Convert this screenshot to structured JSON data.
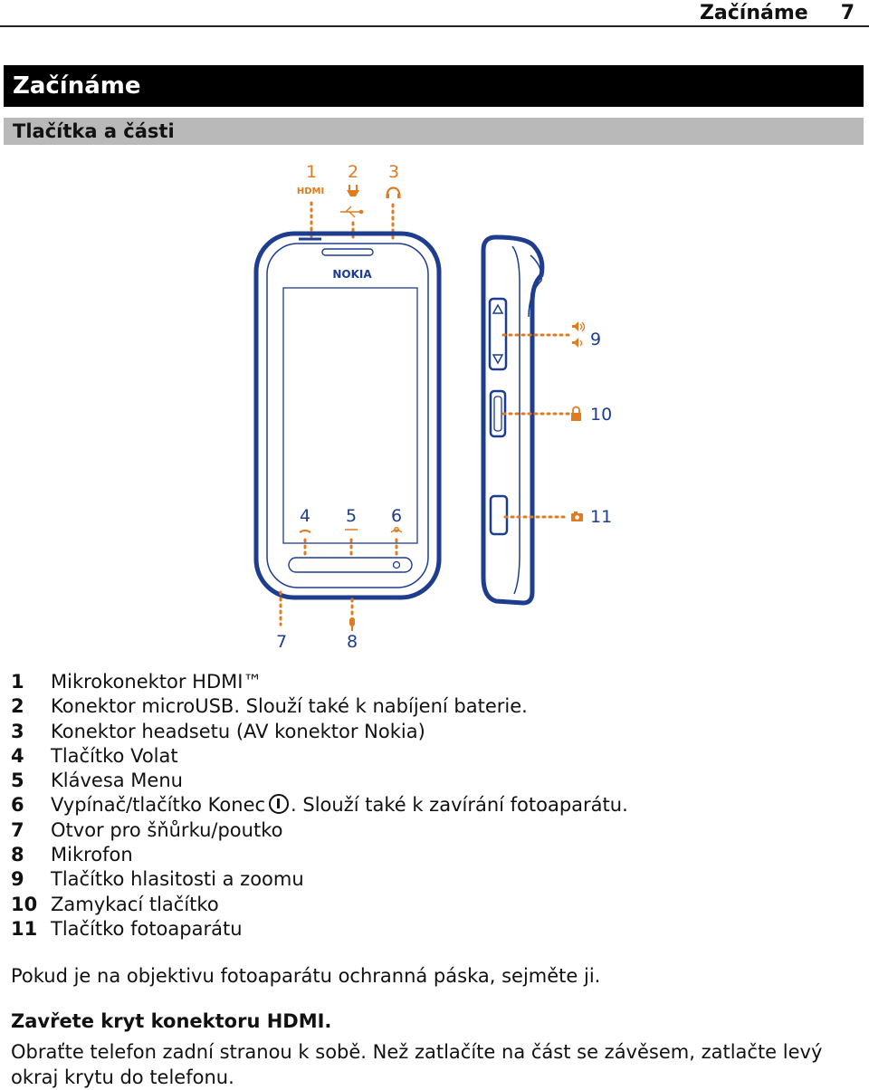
{
  "header": {
    "running_title": "Začínáme",
    "page_number": "7"
  },
  "chapter": {
    "title": "Začínáme"
  },
  "section": {
    "title": "Tlačítka a části"
  },
  "figure": {
    "brand": "NOKIA",
    "hdmi_label": "HDMI",
    "callouts": [
      "1",
      "2",
      "3",
      "4",
      "5",
      "6",
      "7",
      "8",
      "9",
      "10",
      "11"
    ],
    "accent_color": "#e07b20",
    "device_color": "#1e3d8f"
  },
  "parts": [
    {
      "num": "1",
      "text": "Mikrokonektor HDMI™"
    },
    {
      "num": "2",
      "text": "Konektor microUSB. Slouží také k nabíjení baterie."
    },
    {
      "num": "3",
      "text": "Konektor headsetu (AV konektor Nokia)"
    },
    {
      "num": "4",
      "text": "Tlačítko Volat"
    },
    {
      "num": "5",
      "text": "Klávesa Menu"
    },
    {
      "num": "6",
      "text": "Vypínač/tlačítko Konec",
      "text_after": ". Slouží také k zavírání fotoaparátu."
    },
    {
      "num": "7",
      "text": "Otvor pro šňůrku/poutko"
    },
    {
      "num": "8",
      "text": "Mikrofon"
    },
    {
      "num": "9",
      "text": "Tlačítko hlasitosti a zoomu"
    },
    {
      "num": "10",
      "text": "Zamykací tlačítko"
    },
    {
      "num": "11",
      "text": "Tlačítko fotoaparátu"
    }
  ],
  "paragraphs": {
    "tape_note": "Pokud je na objektivu fotoaparátu ochranná páska, sejměte ji.",
    "hdmi_heading": "Zavřete kryt konektoru HDMI.",
    "hdmi_instructions": "Obraťte telefon zadní stranou k sobě. Než zatlačíte na část se závěsem, zatlačte levý okraj krytu do telefonu."
  }
}
